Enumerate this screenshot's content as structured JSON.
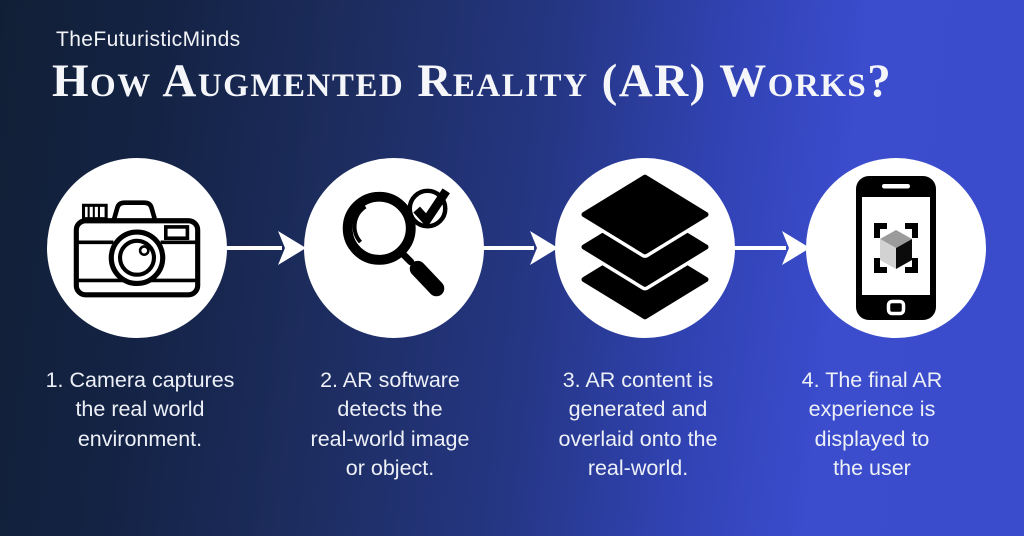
{
  "brand": {
    "label": "TheFuturisticMinds"
  },
  "header": {
    "title": "How Augmented Reality (AR) Works?"
  },
  "colors": {
    "background_left": "#111f36",
    "background_right": "#3a4bcb",
    "circle_fill": "#ffffff",
    "icon_color": "#000000",
    "cube_top": "#9b9b9b",
    "cube_left": "#d2d2d2",
    "cube_right": "#0b0b0b",
    "text_color": "#edf0f7"
  },
  "steps": [
    {
      "icon": "camera-icon",
      "text": "1.  Camera captures\nthe real world\nenvironment."
    },
    {
      "icon": "magnifier-check-icon",
      "text": "2. AR software\ndetects the\nreal-world image\nor object."
    },
    {
      "icon": "layers-icon",
      "text": "3. AR content is\ngenerated and\noverlaid onto the\nreal-world."
    },
    {
      "icon": "smartphone-ar-cube-icon",
      "text": "4. The final AR\nexperience is\ndisplayed to\nthe user"
    }
  ],
  "arrows": {
    "count": 3,
    "direction": "right"
  }
}
